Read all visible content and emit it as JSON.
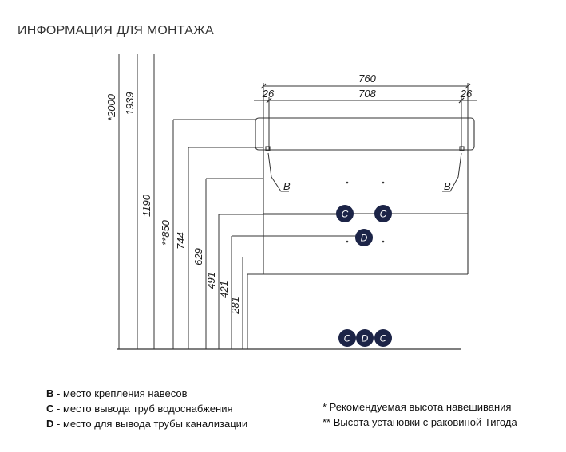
{
  "title": "ИНФОРМАЦИЯ ДЛЯ МОНТАЖА",
  "dimensions": {
    "width_total": "760",
    "width_inner": "708",
    "offset_left": "26",
    "offset_right": "26",
    "h_2000": "*2000",
    "h_1939": "1939",
    "h_1190": "1190",
    "h_850": "**850",
    "h_744": "744",
    "h_629": "629",
    "h_491": "491",
    "h_421": "421",
    "h_281": "281"
  },
  "markers": {
    "b": "B",
    "c": "C",
    "d": "D"
  },
  "legend": {
    "b_key": "B",
    "b_text": " - место крепления навесов",
    "c_key": "C",
    "c_text": " - место вывода труб водоснабжения",
    "d_key": "D",
    "d_text": " - место для вывода трубы канализации",
    "note1": "* Рекомендуемая высота навешивания",
    "note2": "** Высота установки с раковиной Тигода"
  },
  "colors": {
    "marker_fill": "#1c2447",
    "line": "#333333"
  }
}
